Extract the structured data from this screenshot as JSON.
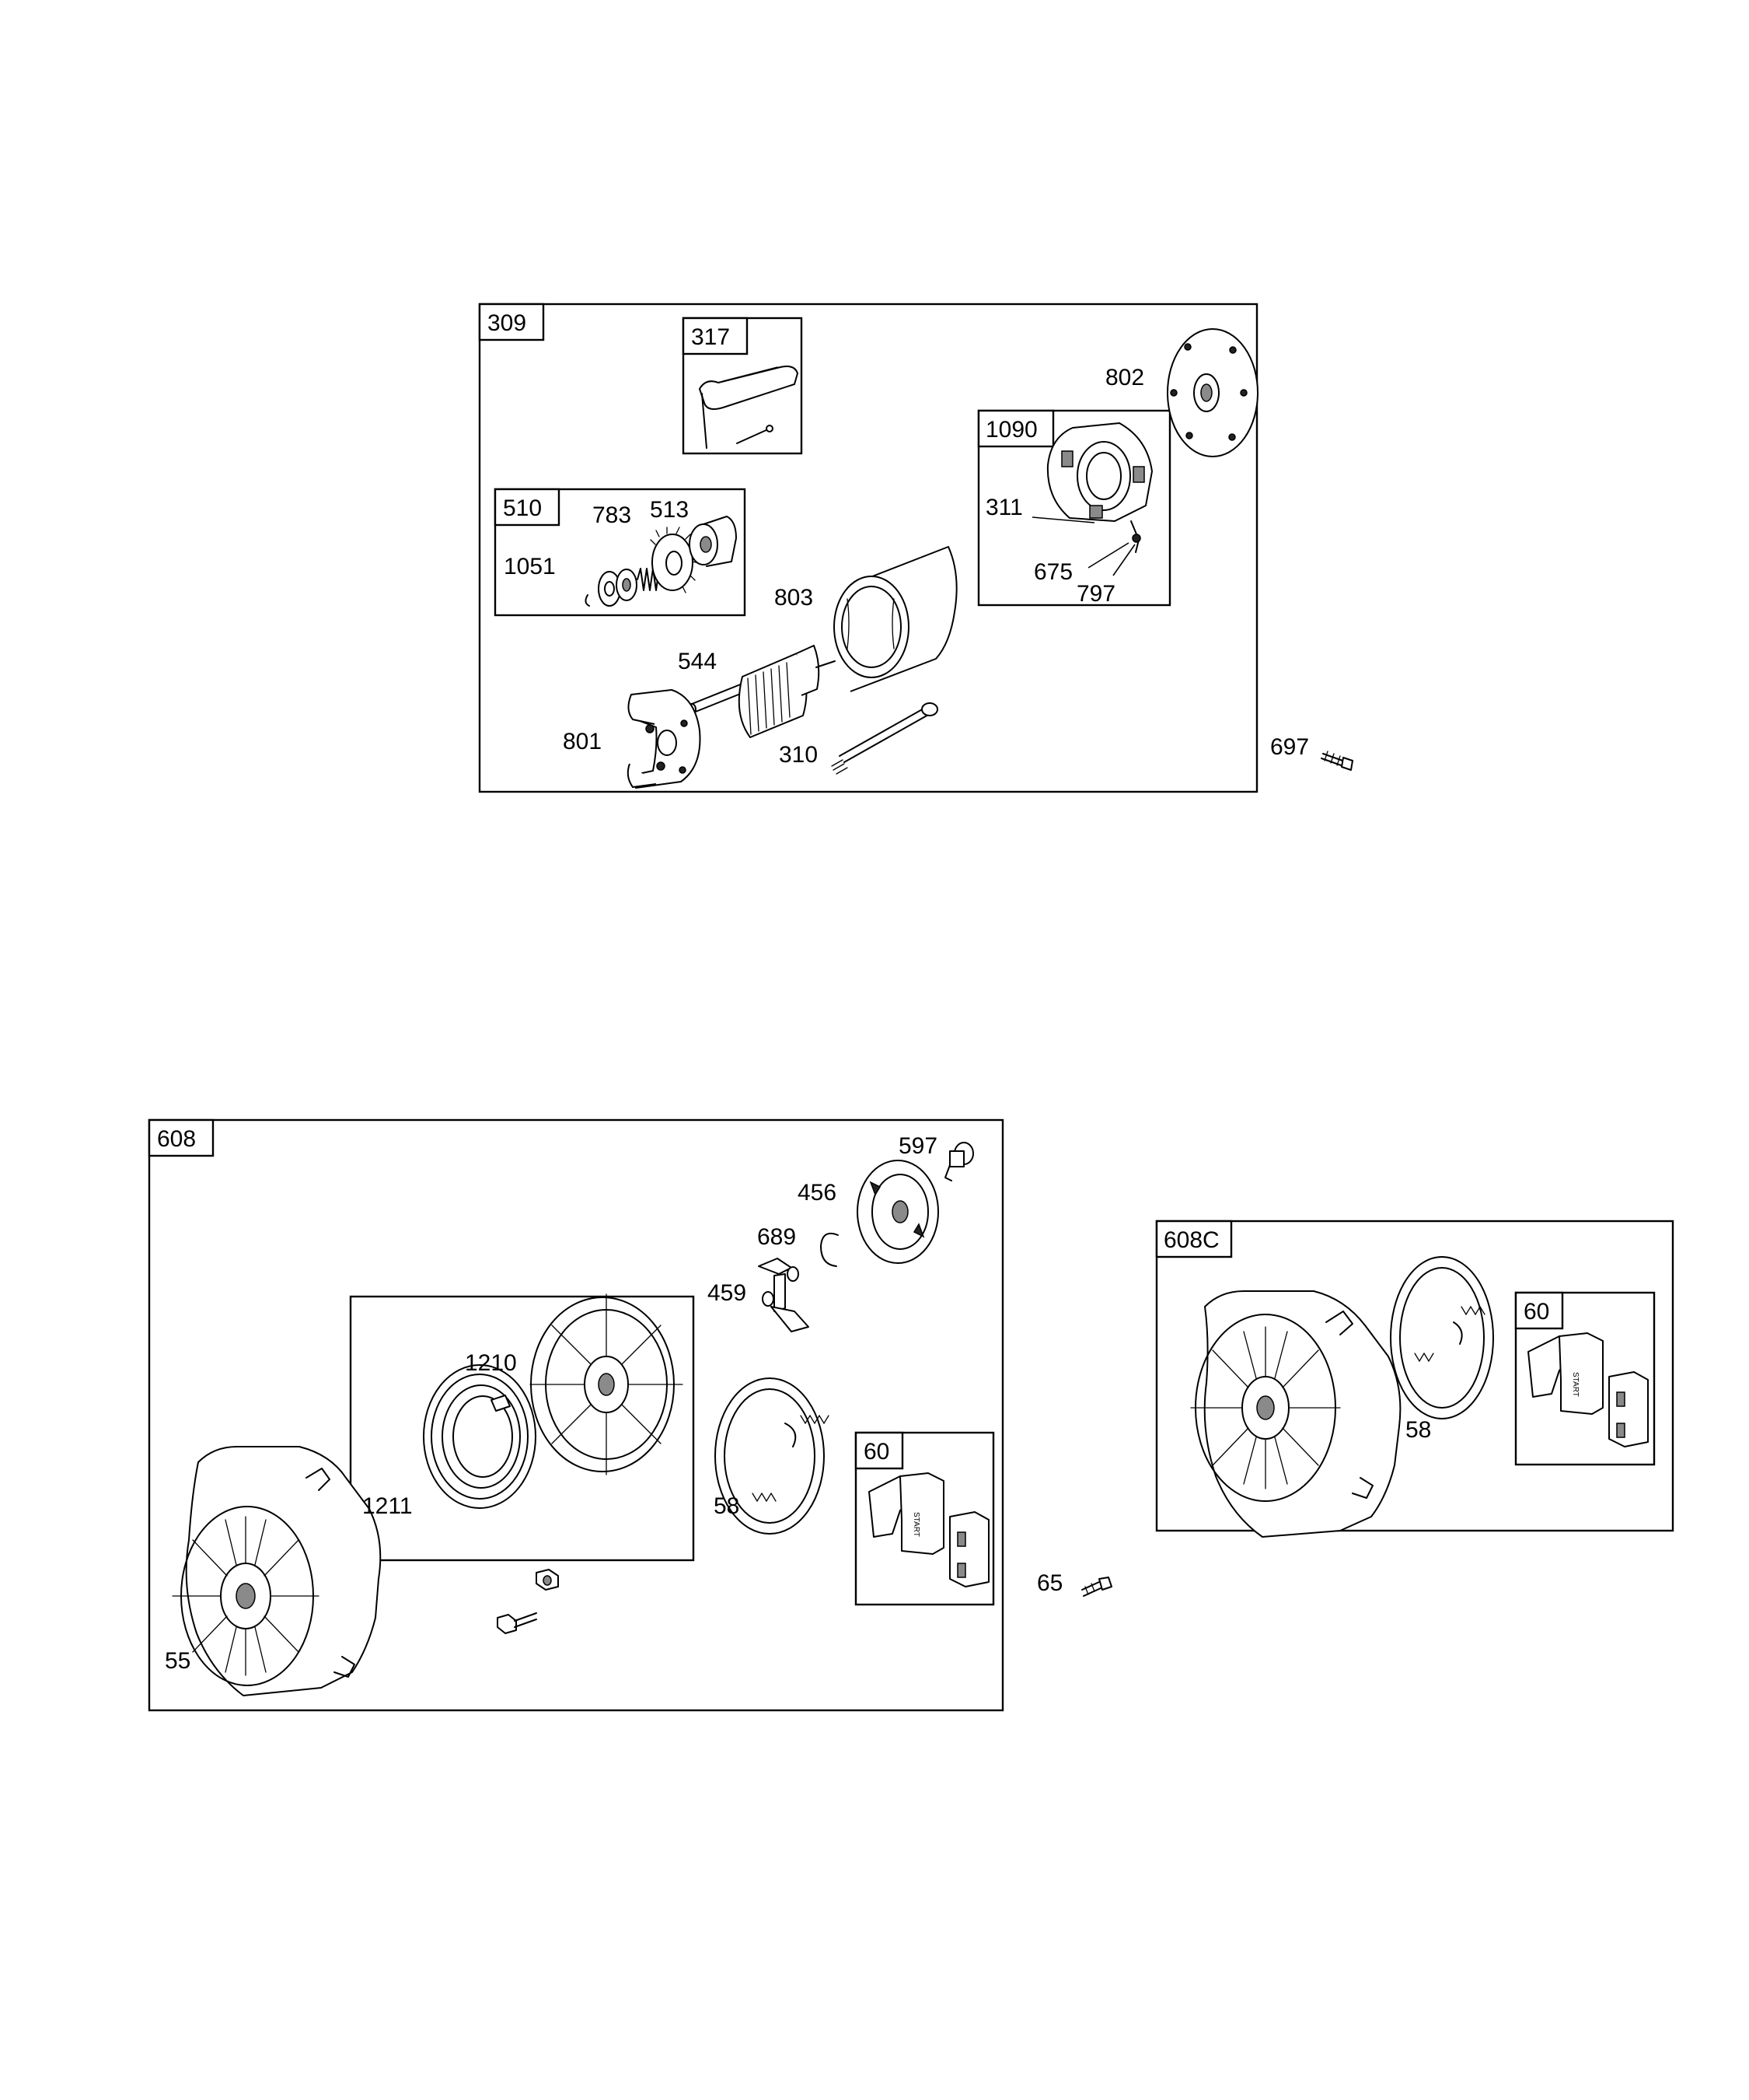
{
  "groups": {
    "starter_motor": {
      "box_label": "309",
      "subgroups": {
        "kit_317": "317",
        "drive_510": "510",
        "brush_1090": "1090"
      },
      "parts": [
        "802",
        "311",
        "675",
        "797",
        "783",
        "513",
        "1051",
        "803",
        "544",
        "801",
        "310"
      ]
    },
    "outside_697": "697",
    "rewind_starter": {
      "box_label": "608",
      "subgroups": {
        "pulley_spring": "",
        "handle_60": "60"
      },
      "parts": [
        "597",
        "456",
        "689",
        "459",
        "1210",
        "1211",
        "58",
        "55"
      ]
    },
    "outside_65": "65",
    "rewind_starter_complete": {
      "box_label": "608C",
      "subgroups": {
        "handle_60": "60"
      },
      "parts": [
        "58"
      ]
    }
  },
  "handle_marking": "START"
}
